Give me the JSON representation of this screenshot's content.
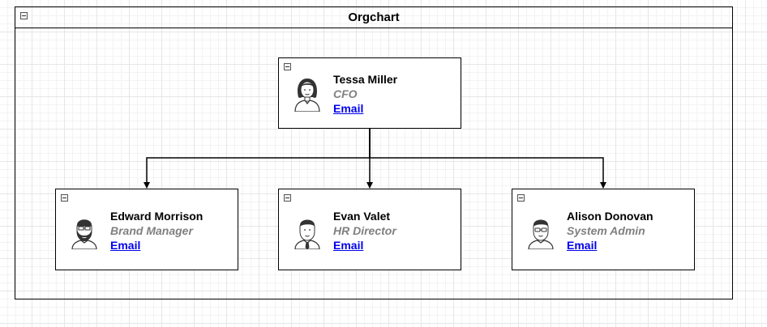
{
  "diagram": {
    "container_title": "Orgchart",
    "nodes": [
      {
        "id": "tessa",
        "name": "Tessa Miller",
        "title": "CFO",
        "link": "Email",
        "avatar": "female-person-icon"
      },
      {
        "id": "edward",
        "name": "Edward Morrison",
        "title": "Brand Manager",
        "link": "Email",
        "avatar": "bearded-man-icon"
      },
      {
        "id": "evan",
        "name": "Evan Valet",
        "title": "HR Director",
        "link": "Email",
        "avatar": "man-with-tie-icon"
      },
      {
        "id": "alison",
        "name": "Alison Donovan",
        "title": "System Admin",
        "link": "Email",
        "avatar": "man-with-glasses-icon"
      }
    ],
    "edges": [
      {
        "from": "tessa",
        "to": "edward"
      },
      {
        "from": "tessa",
        "to": "evan"
      },
      {
        "from": "tessa",
        "to": "alison"
      }
    ],
    "colors": {
      "link": "#0000ee",
      "subtitle": "#808080",
      "border": "#000000"
    }
  }
}
